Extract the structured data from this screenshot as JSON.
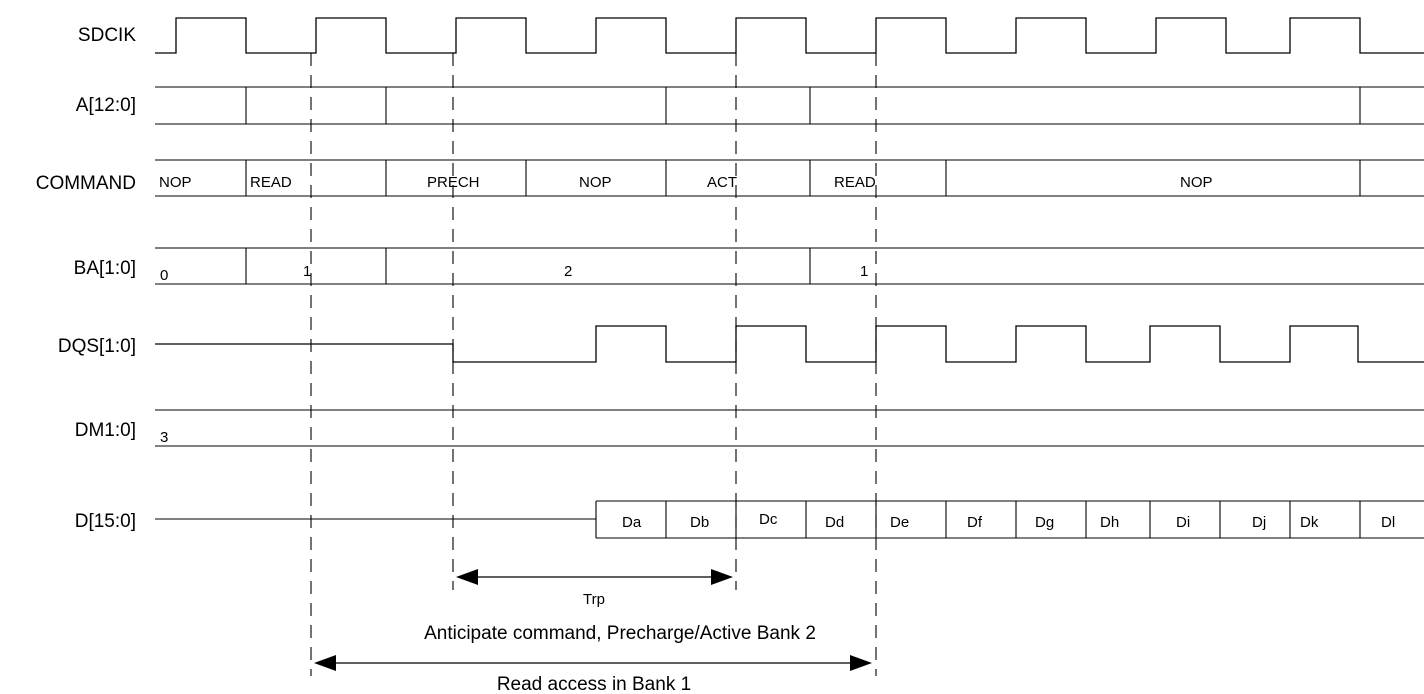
{
  "signals": [
    {
      "id": "sdclk",
      "label": "SDCIK"
    },
    {
      "id": "addr",
      "label": "A[12:0]"
    },
    {
      "id": "command",
      "label": "COMMAND"
    },
    {
      "id": "ba",
      "label": "BA[1:0]"
    },
    {
      "id": "dqs",
      "label": "DQS[1:0]"
    },
    {
      "id": "dm",
      "label": "DM1:0]"
    },
    {
      "id": "data",
      "label": "D[15:0]"
    }
  ],
  "command_segments": [
    "NOP",
    "READ",
    "PRECH",
    "NOP",
    "ACT",
    "READ",
    "NOP"
  ],
  "ba_segments": [
    "0",
    "1",
    "2",
    "1"
  ],
  "dm_value": "3",
  "data_words": [
    "Da",
    "Db",
    "Dc",
    "Dd",
    "De",
    "Df",
    "Dg",
    "Dh",
    "Di",
    "Dj",
    "Dk",
    "Dl"
  ],
  "annotations": {
    "trp": "Trp",
    "anticipate": "Anticipate command, Precharge/Active Bank 2",
    "read_access": "Read access in Bank 1"
  }
}
